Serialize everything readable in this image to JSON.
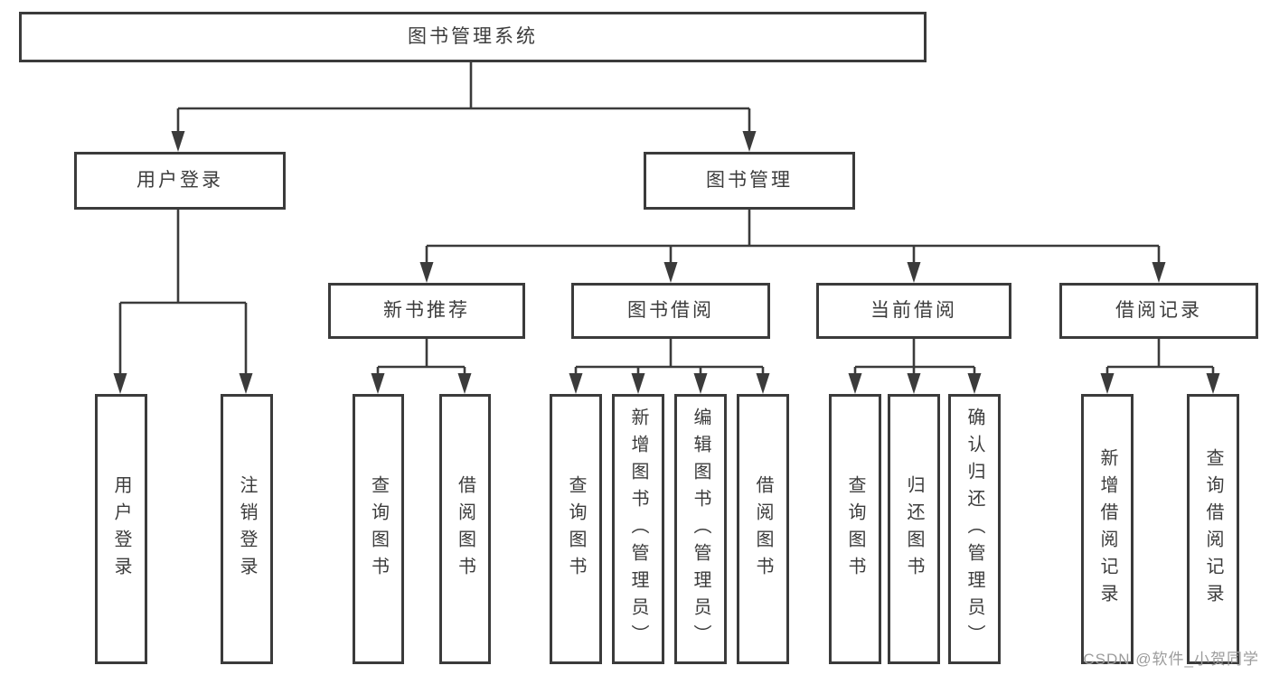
{
  "root": {
    "label": "图书管理系统"
  },
  "level2": {
    "user_login": {
      "label": "用户登录"
    },
    "book_mgmt": {
      "label": "图书管理"
    }
  },
  "level3": {
    "new_rec": {
      "label": "新书推荐"
    },
    "borrow": {
      "label": "图书借阅"
    },
    "current": {
      "label": "当前借阅"
    },
    "records": {
      "label": "借阅记录"
    }
  },
  "leaves": {
    "user_login": {
      "label": "用户登录"
    },
    "logout": {
      "label": "注销登录"
    },
    "rec_query": {
      "label": "查询图书"
    },
    "rec_borrow": {
      "label": "借阅图书"
    },
    "borrow_query": {
      "label": "查询图书"
    },
    "borrow_add": {
      "label": "新增图书（管理员）"
    },
    "borrow_edit": {
      "label": "编辑图书（管理员）"
    },
    "borrow_borrow": {
      "label": "借阅图书"
    },
    "current_query": {
      "label": "查询图书"
    },
    "current_return": {
      "label": "归还图书"
    },
    "current_confirm": {
      "label": "确认归还（管理员）"
    },
    "records_add": {
      "label": "新增借阅记录"
    },
    "records_query": {
      "label": "查询借阅记录"
    }
  },
  "watermark": {
    "text": "CSDN @软件_小贺同学"
  },
  "colors": {
    "line": "#3b3b3b",
    "text": "#3c3c3c",
    "watermark": "#9c9c9c",
    "background": "#ffffff"
  }
}
